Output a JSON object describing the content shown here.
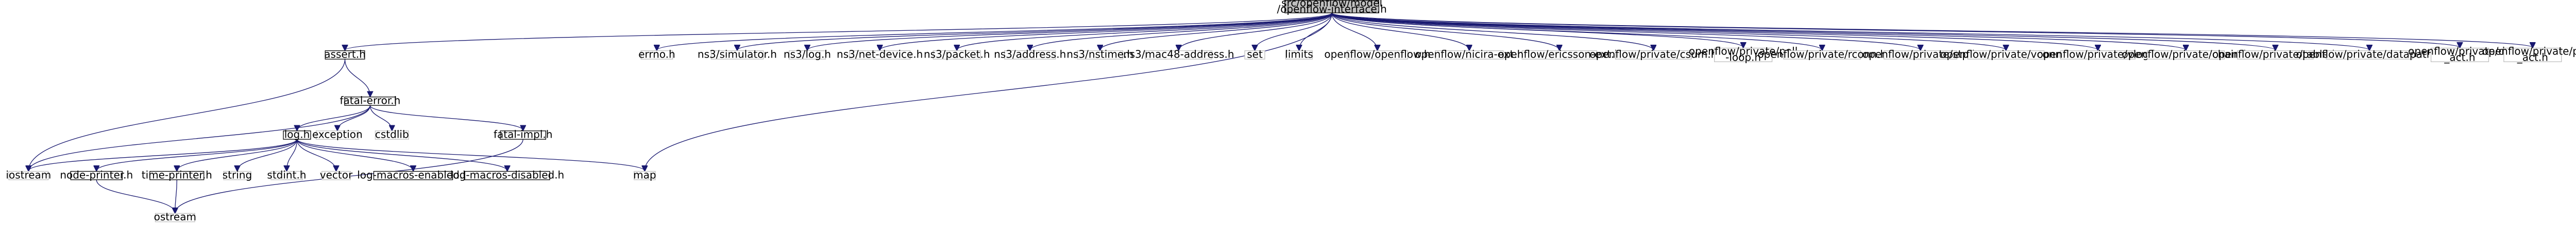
{
  "graph": {
    "kind": "include-dependency-graph",
    "colors": {
      "edge": "#191970",
      "root_fill": "#bfbfbf",
      "documented_border": "#000000",
      "external_border": "#bfbfbf",
      "background": "#ffffff"
    },
    "nodes": [
      {
        "id": "root",
        "lines": [
          "src/openflow/model",
          "/openflow-interface.h"
        ],
        "style": "root"
      },
      {
        "id": "assert",
        "lines": [
          "assert.h"
        ],
        "style": "doc"
      },
      {
        "id": "errno",
        "lines": [
          "errno.h"
        ],
        "style": "plain"
      },
      {
        "id": "simulator",
        "lines": [
          "ns3/simulator.h"
        ],
        "style": "plain"
      },
      {
        "id": "ns3log",
        "lines": [
          "ns3/log.h"
        ],
        "style": "plain"
      },
      {
        "id": "netdevice",
        "lines": [
          "ns3/net-device.h"
        ],
        "style": "plain"
      },
      {
        "id": "packet",
        "lines": [
          "ns3/packet.h"
        ],
        "style": "plain"
      },
      {
        "id": "address",
        "lines": [
          "ns3/address.h"
        ],
        "style": "plain"
      },
      {
        "id": "nstime",
        "lines": [
          "ns3/nstime.h"
        ],
        "style": "plain"
      },
      {
        "id": "mac48",
        "lines": [
          "ns3/mac48-address.h"
        ],
        "style": "plain"
      },
      {
        "id": "set",
        "lines": [
          "set"
        ],
        "style": "plain"
      },
      {
        "id": "limits",
        "lines": [
          "limits"
        ],
        "style": "plain"
      },
      {
        "id": "ofopenflow",
        "lines": [
          "openflow/openflow.h"
        ],
        "style": "plain"
      },
      {
        "id": "nicira",
        "lines": [
          "openflow/nicira-ext.h"
        ],
        "style": "plain"
      },
      {
        "id": "ericsson",
        "lines": [
          "openflow/ericsson-ext.h"
        ],
        "style": "plain"
      },
      {
        "id": "csum",
        "lines": [
          "openflow/private/csum.h"
        ],
        "style": "plain"
      },
      {
        "id": "poll",
        "lines": [
          "openflow/private/poll",
          "-loop.h"
        ],
        "style": "plain"
      },
      {
        "id": "rconn",
        "lines": [
          "openflow/private/rconn.h"
        ],
        "style": "plain"
      },
      {
        "id": "stp",
        "lines": [
          "openflow/private/stp.h"
        ],
        "style": "plain"
      },
      {
        "id": "vconn",
        "lines": [
          "openflow/private/vconn.h"
        ],
        "style": "plain"
      },
      {
        "id": "vlog",
        "lines": [
          "openflow/private/vlog.h"
        ],
        "style": "plain"
      },
      {
        "id": "chain",
        "lines": [
          "openflow/private/chain.h"
        ],
        "style": "plain"
      },
      {
        "id": "table",
        "lines": [
          "openflow/private/table.h"
        ],
        "style": "plain"
      },
      {
        "id": "datapath",
        "lines": [
          "openflow/private/datapath.h"
        ],
        "style": "plain"
      },
      {
        "id": "dpact",
        "lines": [
          "openflow/private/dp",
          "_act.h"
        ],
        "style": "plain"
      },
      {
        "id": "ptact",
        "lines": [
          "openflow/private/pt",
          "_act.h"
        ],
        "style": "plain"
      },
      {
        "id": "map",
        "lines": [
          "map"
        ],
        "style": "plain"
      },
      {
        "id": "fatalerror",
        "lines": [
          "fatal-error.h"
        ],
        "style": "doc"
      },
      {
        "id": "exception",
        "lines": [
          "exception"
        ],
        "style": "plain"
      },
      {
        "id": "cstdlib",
        "lines": [
          "cstdlib"
        ],
        "style": "plain"
      },
      {
        "id": "fatalimpl",
        "lines": [
          "fatal-impl.h"
        ],
        "style": "doc"
      },
      {
        "id": "logh",
        "lines": [
          "log.h"
        ],
        "style": "doc"
      },
      {
        "id": "iostream",
        "lines": [
          "iostream"
        ],
        "style": "plain"
      },
      {
        "id": "nodeprinter",
        "lines": [
          "node-printer.h"
        ],
        "style": "doc"
      },
      {
        "id": "timeprinter",
        "lines": [
          "time-printer.h"
        ],
        "style": "doc"
      },
      {
        "id": "string",
        "lines": [
          "string"
        ],
        "style": "plain"
      },
      {
        "id": "stdint",
        "lines": [
          "stdint.h"
        ],
        "style": "plain"
      },
      {
        "id": "vector",
        "lines": [
          "vector"
        ],
        "style": "plain"
      },
      {
        "id": "enabled",
        "lines": [
          "log-macros-enabled.h"
        ],
        "style": "doc"
      },
      {
        "id": "disabled",
        "lines": [
          "log-macros-disabled.h"
        ],
        "style": "doc"
      },
      {
        "id": "ostream",
        "lines": [
          "ostream"
        ],
        "style": "plain"
      }
    ],
    "edges": [
      [
        "root",
        "assert"
      ],
      [
        "root",
        "errno"
      ],
      [
        "root",
        "simulator"
      ],
      [
        "root",
        "ns3log"
      ],
      [
        "root",
        "netdevice"
      ],
      [
        "root",
        "packet"
      ],
      [
        "root",
        "address"
      ],
      [
        "root",
        "nstime"
      ],
      [
        "root",
        "mac48"
      ],
      [
        "root",
        "set"
      ],
      [
        "root",
        "limits"
      ],
      [
        "root",
        "ofopenflow"
      ],
      [
        "root",
        "nicira"
      ],
      [
        "root",
        "ericsson"
      ],
      [
        "root",
        "csum"
      ],
      [
        "root",
        "poll"
      ],
      [
        "root",
        "rconn"
      ],
      [
        "root",
        "stp"
      ],
      [
        "root",
        "vconn"
      ],
      [
        "root",
        "vlog"
      ],
      [
        "root",
        "chain"
      ],
      [
        "root",
        "table"
      ],
      [
        "root",
        "datapath"
      ],
      [
        "root",
        "dpact"
      ],
      [
        "root",
        "ptact"
      ],
      [
        "root",
        "map"
      ],
      [
        "assert",
        "fatalerror"
      ],
      [
        "assert",
        "iostream"
      ],
      [
        "fatalerror",
        "exception"
      ],
      [
        "fatalerror",
        "cstdlib"
      ],
      [
        "fatalerror",
        "fatalimpl"
      ],
      [
        "fatalerror",
        "logh"
      ],
      [
        "fatalerror",
        "iostream"
      ],
      [
        "fatalimpl",
        "ostream"
      ],
      [
        "logh",
        "iostream"
      ],
      [
        "logh",
        "nodeprinter"
      ],
      [
        "logh",
        "timeprinter"
      ],
      [
        "logh",
        "string"
      ],
      [
        "logh",
        "stdint"
      ],
      [
        "logh",
        "vector"
      ],
      [
        "logh",
        "map"
      ],
      [
        "logh",
        "enabled"
      ],
      [
        "logh",
        "disabled"
      ],
      [
        "nodeprinter",
        "ostream"
      ],
      [
        "timeprinter",
        "ostream"
      ]
    ]
  }
}
